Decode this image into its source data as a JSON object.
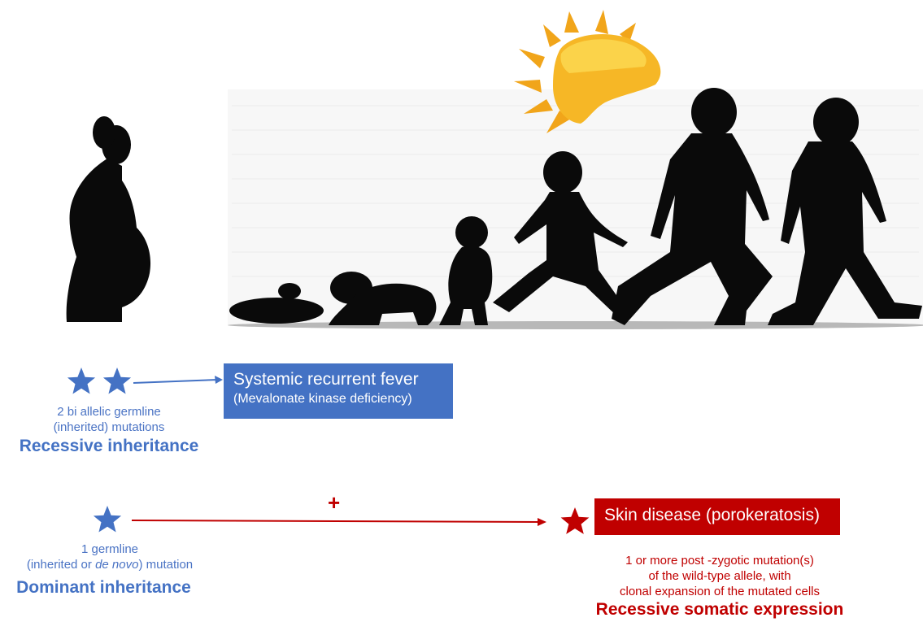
{
  "colors": {
    "blue": "#4472c4",
    "red": "#c00000",
    "silhouette": "#0a0a0a",
    "sun": "#f3b31b"
  },
  "icons": [
    "sun-icon",
    "pregnant-woman-silhouette",
    "life-stages-silhouettes",
    "star-icon"
  ],
  "recessive": {
    "mutation_line1": "2 bi allelic germline",
    "mutation_line2": "(inherited) mutations",
    "heading": "Recessive inheritance",
    "box_title": "Systemic recurrent fever",
    "box_subtitle": "(Mevalonate kinase deficiency)"
  },
  "dominant": {
    "mutation_line1": "1 germline",
    "mutation_line2_pre": "(inherited or ",
    "mutation_line2_italic": "de novo",
    "mutation_line2_post": ") mutation",
    "heading": "Dominant inheritance",
    "plus_sign": "+",
    "box_title": "Skin disease (porokeratosis)",
    "somatic_line1": "1 or more post -zygotic mutation(s)",
    "somatic_line2": "of the wild-type allele, with",
    "somatic_line3": "clonal expansion of the mutated cells",
    "somatic_heading": "Recessive somatic expression"
  }
}
